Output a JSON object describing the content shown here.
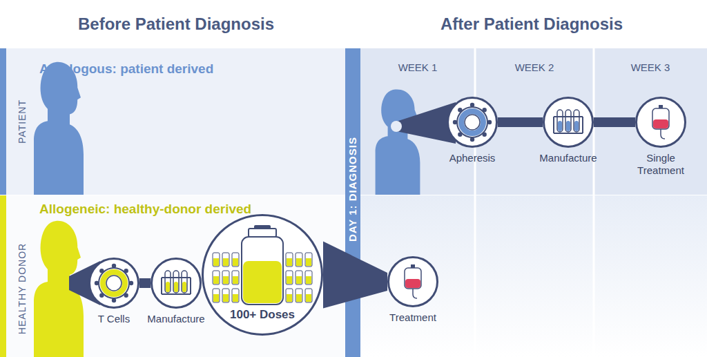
{
  "diagram": {
    "nodes": [
      {
        "text": [
          "Apheresis"
        ]
      },
      {
        "text": [
          "Manufacture"
        ]
      },
      {
        "text": [
          "Single Treatment"
        ]
      },
      {
        "text": [
          "T Cells"
        ]
      },
      {
        "text": [
          "Manufacture"
        ]
      },
      {
        "text": [
          "100+ Doses"
        ]
      },
      {
        "text": [
          "Treatment"
        ]
      }
    ],
    "edges": [
      {
        "from": 0,
        "to": 1,
        "arrow": "none"
      },
      {
        "from": 1,
        "to": 2,
        "arrow": "none"
      },
      {
        "from": 3,
        "to": 4,
        "arrow": "none"
      },
      {
        "from": 4,
        "to": 5,
        "arrow": "none"
      },
      {
        "from": 5,
        "to": 6,
        "arrow": "none"
      }
    ],
    "labels": [
      "Before Patient Diagnosis",
      "After Patient Diagnosis",
      "PATIENT",
      "Autologous: patient derived",
      "HEALTHY DONOR",
      "Allogeneic: healthy-donor derived",
      "DAY 1: DIAGNOSIS",
      "WEEK 1",
      "WEEK 2",
      "WEEK 3"
    ]
  }
}
